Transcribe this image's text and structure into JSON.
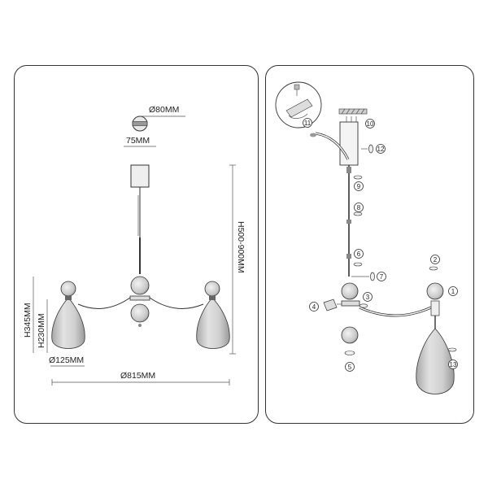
{
  "left": {
    "canopy_diameter": "Ø80MM",
    "canopy_height": "75MM",
    "total_height": "H500-900MM",
    "height_345": "H345MM",
    "height_230": "H230MM",
    "shade_diameter": "Ø125MM",
    "total_width": "Ø815MM"
  },
  "right": {
    "callouts": [
      "1",
      "2",
      "3",
      "4",
      "5",
      "6",
      "7",
      "8",
      "9",
      "10",
      "11",
      "12",
      "13"
    ]
  },
  "colors": {
    "line": "#333333",
    "glass": "#e6e6e6",
    "shadow": "#bdbdbd"
  }
}
